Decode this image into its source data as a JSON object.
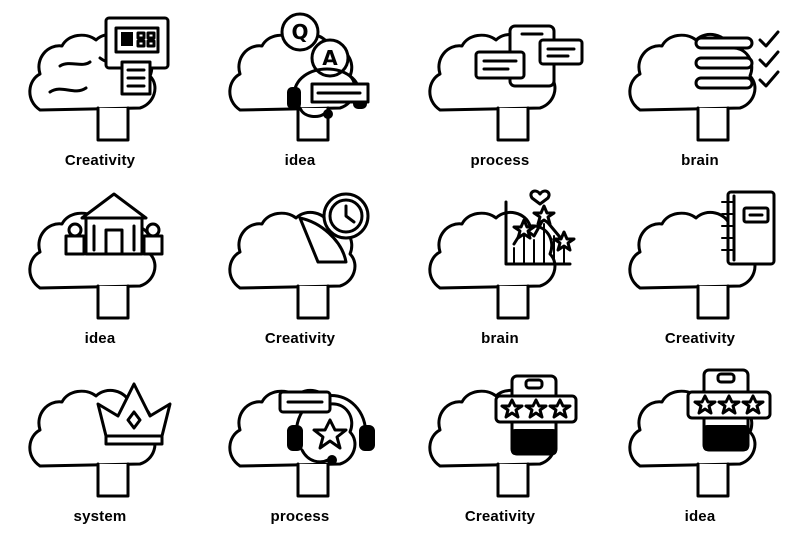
{
  "icons": [
    {
      "label": "Creativity",
      "icon": "atm-brain-icon"
    },
    {
      "label": "idea",
      "icon": "qa-headset-brain-icon"
    },
    {
      "label": "process",
      "icon": "chat-bubbles-brain-icon"
    },
    {
      "label": "brain",
      "icon": "checklist-brain-icon"
    },
    {
      "label": "idea",
      "icon": "bank-brain-icon"
    },
    {
      "label": "Creativity",
      "icon": "clock-brain-icon"
    },
    {
      "label": "brain",
      "icon": "star-chart-brain-icon"
    },
    {
      "label": "Creativity",
      "icon": "notebook-brain-icon"
    },
    {
      "label": "system",
      "icon": "crown-brain-icon"
    },
    {
      "label": "process",
      "icon": "headset-star-brain-icon"
    },
    {
      "label": "Creativity",
      "icon": "rating-phone-brain-icon"
    },
    {
      "label": "idea",
      "icon": "rating-phone-brain-icon"
    }
  ],
  "colors": {
    "line": "#000000",
    "background": "#ffffff"
  }
}
